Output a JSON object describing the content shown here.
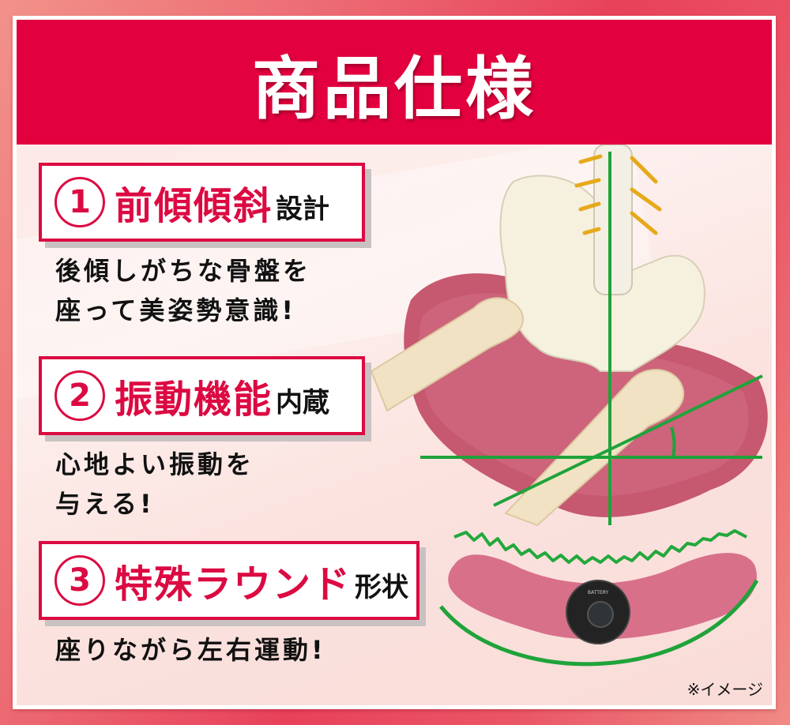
{
  "header": {
    "title": "商品仕様"
  },
  "features": [
    {
      "number": "1",
      "highlight": "前傾傾斜",
      "suffix": "設計",
      "description": [
        "後傾しがちな骨盤を",
        "座って美姿勢意識!"
      ]
    },
    {
      "number": "2",
      "highlight": "振動機能",
      "suffix": "内蔵",
      "description": [
        "心地よい振動を",
        "与える!"
      ]
    },
    {
      "number": "3",
      "highlight": "特殊ラウンド",
      "suffix": "形状",
      "description": [
        "座りながら左右運動!"
      ]
    }
  ],
  "illustration": {
    "top_image": "pelvis-skeleton-on-cushion",
    "bottom_image": "cushion-with-vibration-dial",
    "dial_label": "BATTERY",
    "guide_color": "#1fa33a"
  },
  "note": "※イメージ",
  "colors": {
    "accent_red": "#e3003f",
    "text_red": "#dc0a42",
    "guide_green": "#1fa33a",
    "cushion_pink": "#d9667f"
  }
}
